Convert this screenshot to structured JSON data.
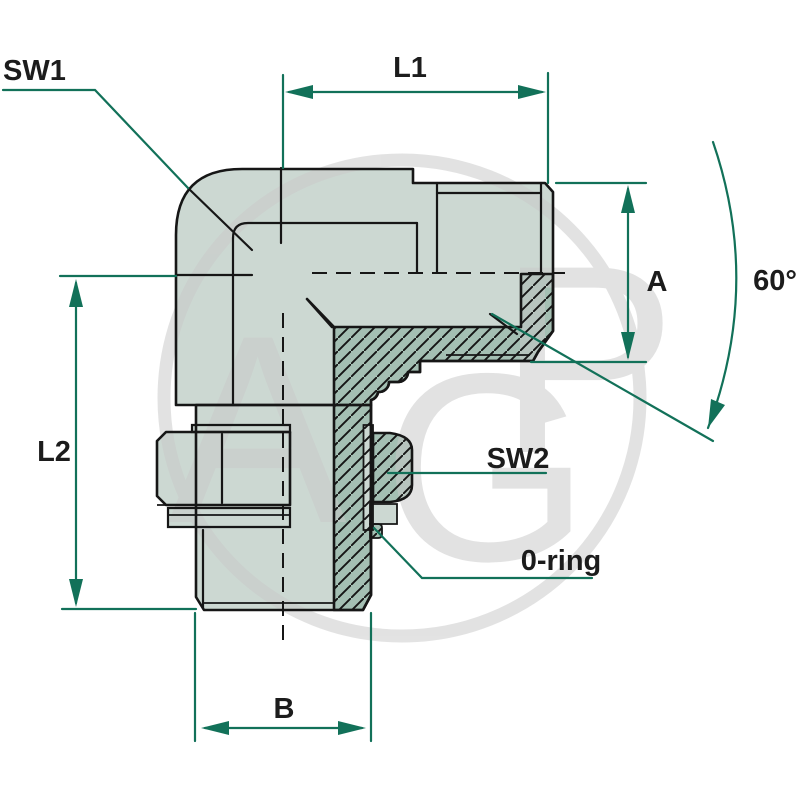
{
  "drawing": {
    "title": "90-degree adjustable male stud elbow fitting - dimensioned section drawing",
    "labels": {
      "sw1": "SW1",
      "l1": "L1",
      "l2": "L2",
      "a": "A",
      "angle": "60°",
      "sw2": "SW2",
      "oring": "0-ring",
      "b": "B"
    },
    "watermark": {
      "letters": [
        "A",
        "G",
        "P"
      ]
    },
    "colors": {
      "dimension_green": "#127159",
      "body_fill": "#ccd8d2",
      "section_fill": "#a4bfb3",
      "line": "#161616",
      "watermark_gray": "#c9c9c9",
      "background": "#ffffff"
    }
  }
}
